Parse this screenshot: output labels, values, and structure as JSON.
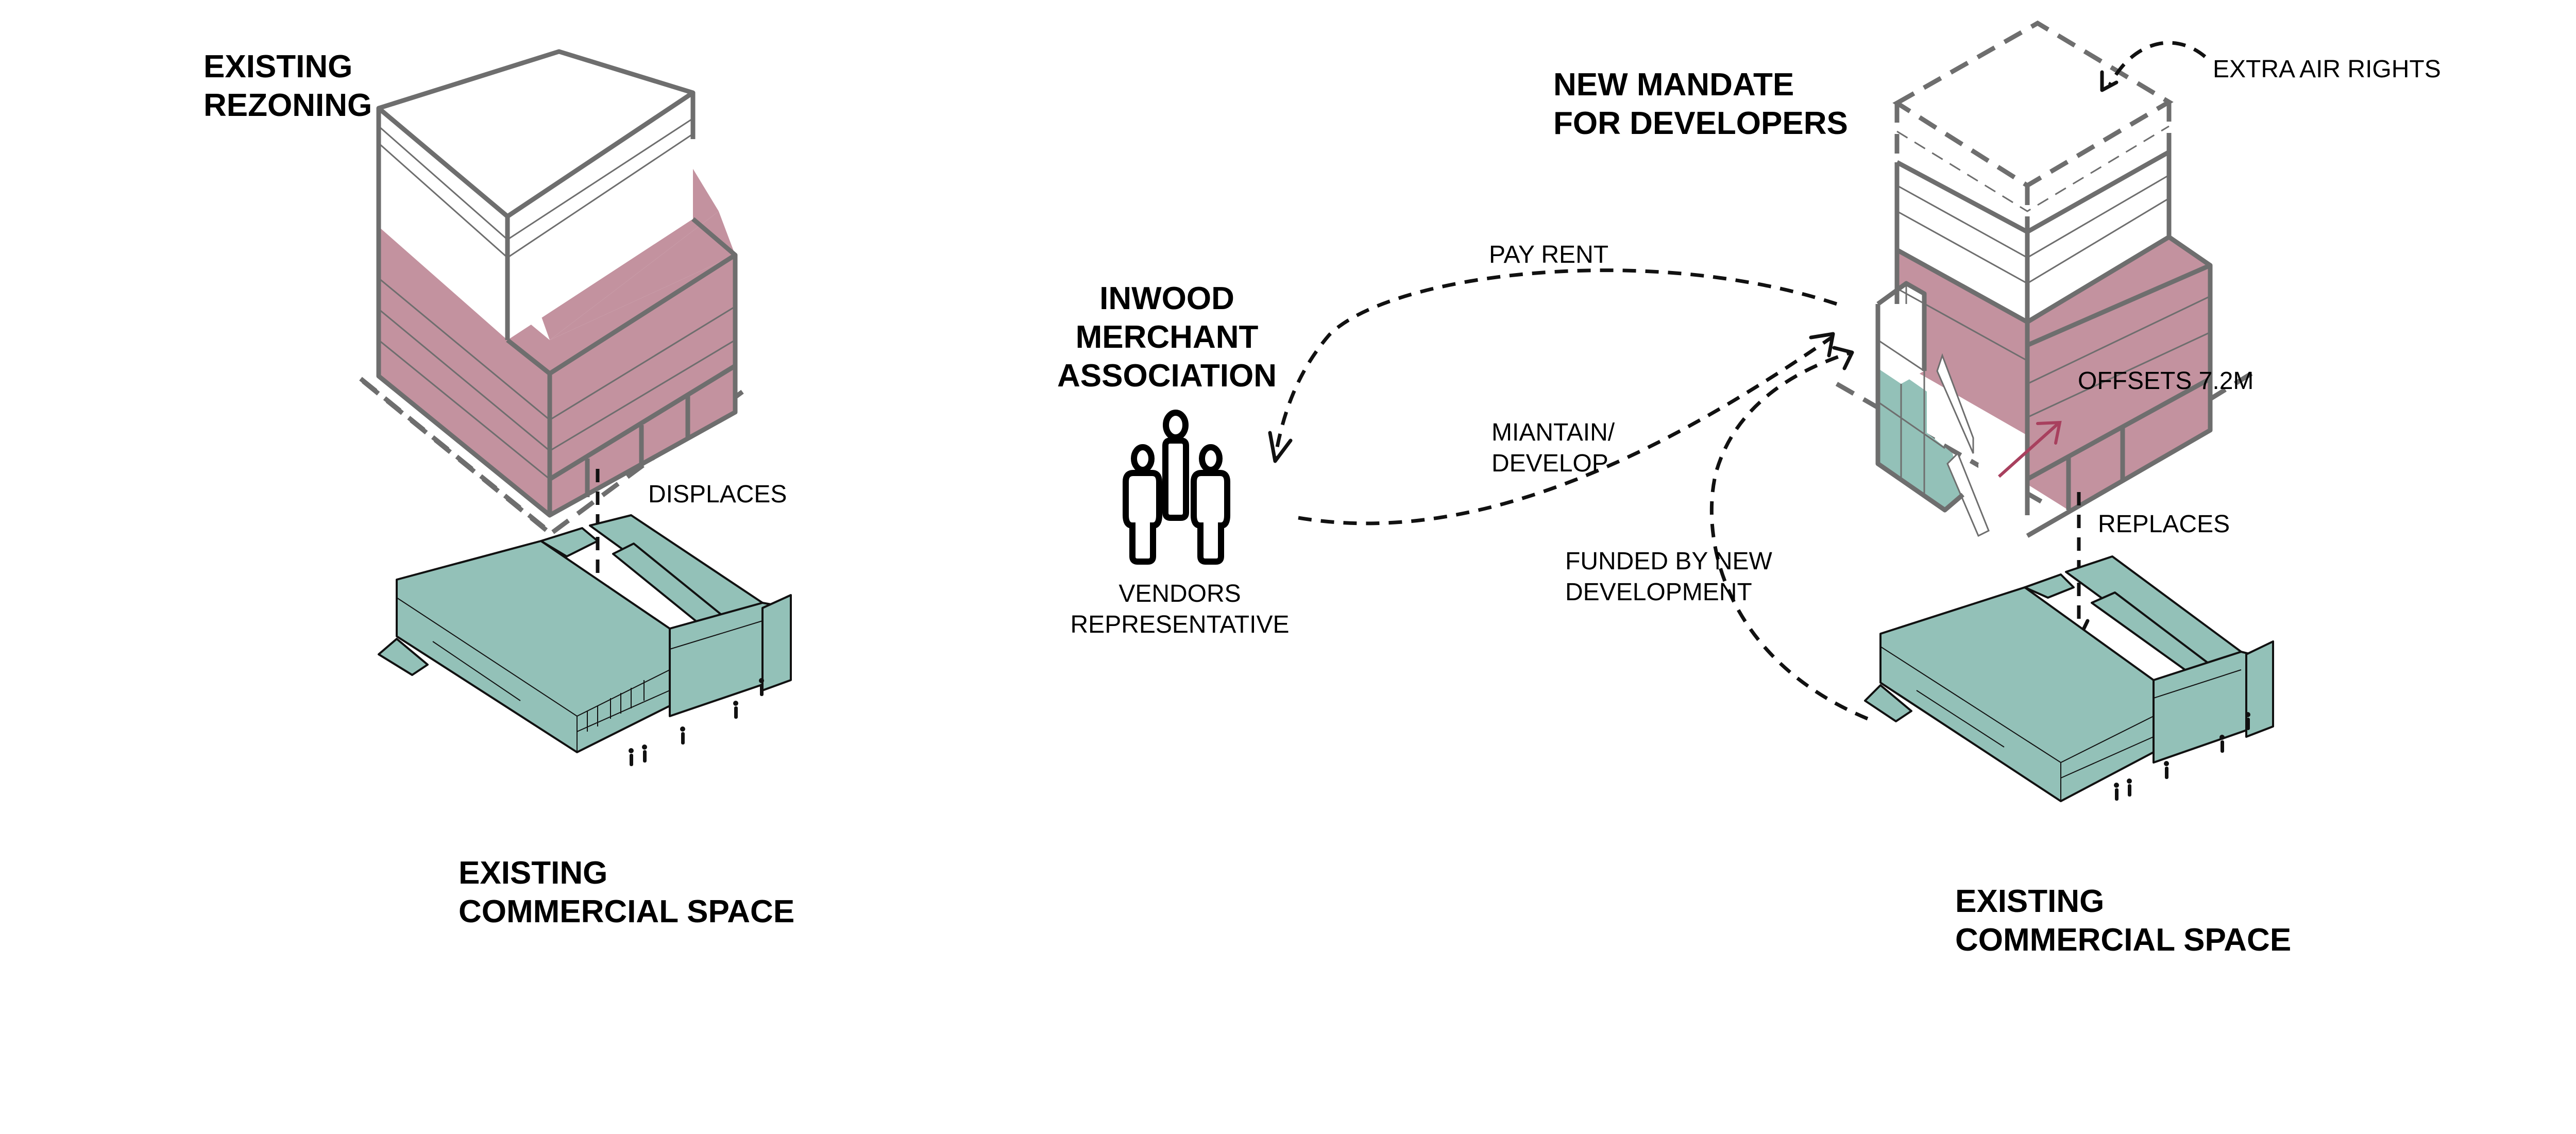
{
  "colors": {
    "rezoning_pink": "#c3929f",
    "commercial_teal": "#93c1b8",
    "building_outline": "#6e6e6e",
    "offset_arrow": "#a8405e",
    "text": "#000000"
  },
  "left": {
    "title_line1": "EXISTING",
    "title_line2": "REZONING",
    "displaces_label": "DISPLACES",
    "bottom_title_line1": "EXISTING",
    "bottom_title_line2": "COMMERCIAL SPACE"
  },
  "center": {
    "title_line1": "INWOOD",
    "title_line2": "MERCHANT",
    "title_line3": "ASSOCIATION",
    "icon": "people-group-icon",
    "caption_line1": "VENDORS",
    "caption_line2": "REPRESENTATIVE"
  },
  "flows": {
    "pay_rent": "PAY RENT",
    "maintain_line1": "MIANTAIN/",
    "maintain_line2": "DEVELOP",
    "funded_line1": "FUNDED BY NEW",
    "funded_line2": "DEVELOPMENT"
  },
  "right": {
    "title_line1": "NEW MANDATE",
    "title_line2": "FOR DEVELOPERS",
    "air_rights_label": "EXTRA AIR RIGHTS",
    "offsets_label": "OFFSETS 7.2M",
    "replaces_label": "REPLACES",
    "bottom_title_line1": "EXISTING",
    "bottom_title_line2": "COMMERCIAL SPACE"
  }
}
